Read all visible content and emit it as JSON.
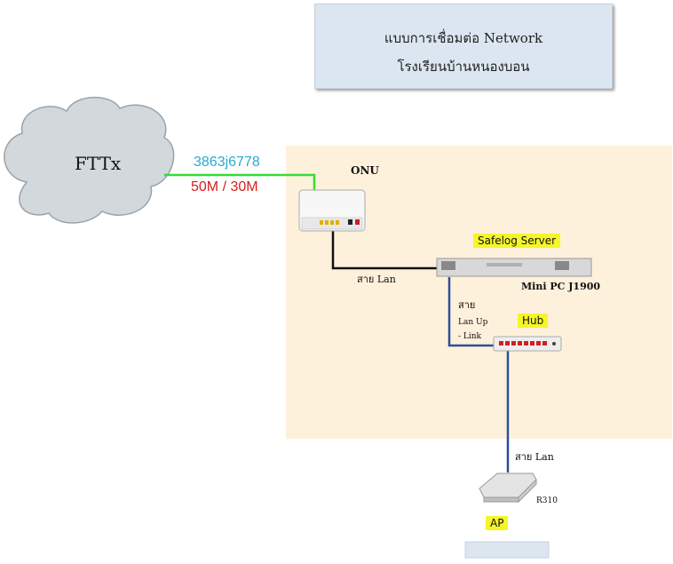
{
  "title": {
    "line1": "แบบการเชื่อมต่อ Network",
    "line2": "โรงเรียนบ้านหนองบอน"
  },
  "cloud": {
    "label": "FTTx"
  },
  "connection": {
    "id": "3863j6778",
    "speed": "50M / 30M",
    "id_color": "#2aa9d2",
    "speed_color": "#d42020"
  },
  "devices": {
    "onu": "ONU",
    "server_label": "Safelog Server",
    "server_model": "Mini PC J1900",
    "hub": "Hub",
    "ap_model": "R310",
    "ap": "AP"
  },
  "cables": {
    "onu_server": "สาย Lan",
    "server_hub_line1": "สาย",
    "server_hub_line2": "Lan Up",
    "server_hub_line3": "- Link",
    "hub_ap": "สาย Lan"
  },
  "colors": {
    "zone_bg": "#fdf1dc",
    "title_bg": "#dbe6f0",
    "green_line": "#33dd33",
    "blue_line": "#2a4f9e",
    "highlight": "#f5f52a"
  }
}
